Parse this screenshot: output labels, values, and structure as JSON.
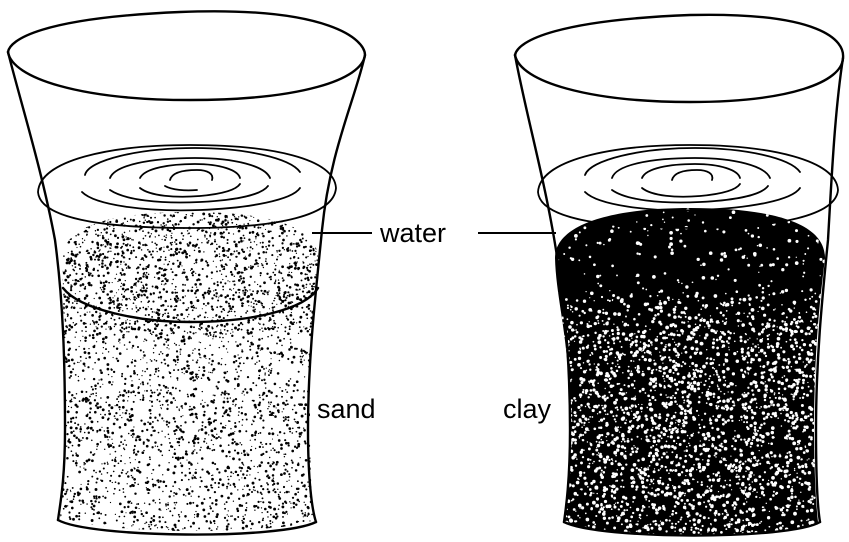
{
  "labels": {
    "water": "water",
    "sand": "sand",
    "clay": "clay"
  },
  "colors": {
    "ink": "#000000",
    "paper": "#ffffff"
  }
}
